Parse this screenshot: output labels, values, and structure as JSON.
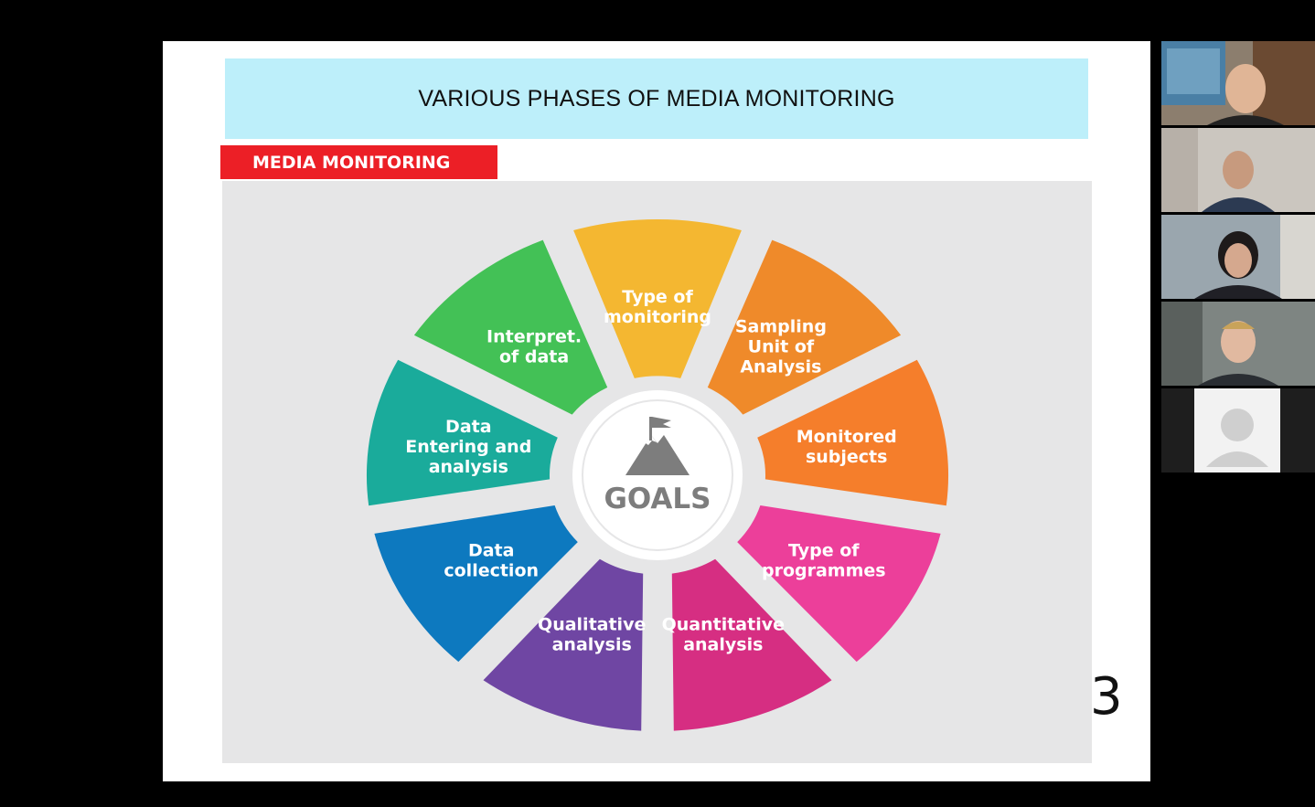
{
  "slide": {
    "title": "VARIOUS PHASES OF MEDIA MONITORING",
    "section_tag": "MEDIA MONITORING",
    "center_label": "GOALS",
    "edge_glyph": "3",
    "segments": [
      {
        "lines": [
          "Type of",
          "monitoring"
        ],
        "color": "#f4b731"
      },
      {
        "lines": [
          "Sampling",
          "Unit of",
          "Analysis"
        ],
        "color": "#ef8a2a"
      },
      {
        "lines": [
          "Monitored",
          "subjects"
        ],
        "color": "#f57e2b"
      },
      {
        "lines": [
          "Type of",
          "programmes"
        ],
        "color": "#ec3f9a"
      },
      {
        "lines": [
          "Quantitative",
          "analysis"
        ],
        "color": "#d62e82"
      },
      {
        "lines": [
          "Qualitative",
          "analysis"
        ],
        "color": "#6f46a3"
      },
      {
        "lines": [
          "Data",
          "collection"
        ],
        "color": "#0d79bf"
      },
      {
        "lines": [
          "Data",
          "Entering and",
          "analysis"
        ],
        "color": "#1aab9b"
      },
      {
        "lines": [
          "Interpret.",
          "of data"
        ],
        "color": "#43c156"
      }
    ],
    "icon": "mountain-flag-icon",
    "icon_color": "#7d7d7d"
  },
  "participants": [
    {
      "name": "participant-1",
      "bg": "#8a7b6a"
    },
    {
      "name": "participant-2",
      "bg": "#c8c3bd"
    },
    {
      "name": "participant-3",
      "bg": "#9aa7b0"
    },
    {
      "name": "participant-4",
      "bg": "#7f8683"
    },
    {
      "name": "participant-5",
      "bg": "#1e1e1e"
    }
  ]
}
